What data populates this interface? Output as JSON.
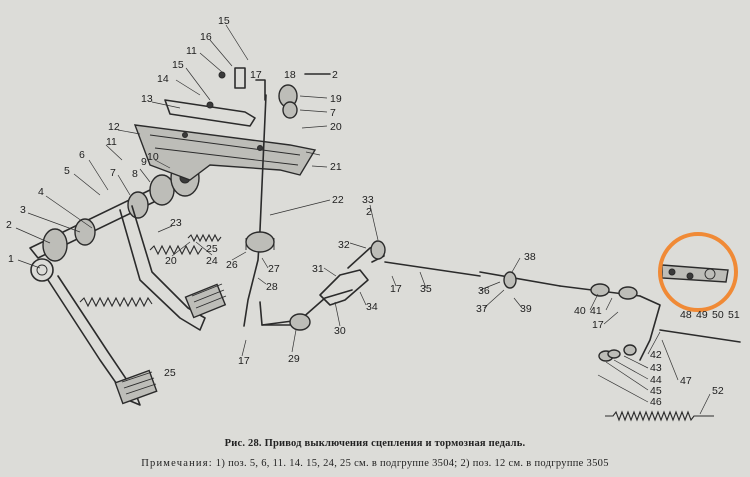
{
  "caption": "Рис. 28. Привод выключения сцепления и тормозная педаль.",
  "note": {
    "label": "Примечания:",
    "text": "1) поз. 5, 6, 11. 14. 15, 24, 25 см. в подгруппе 3504; 2) поз. 12 см. в подгруппе 3505"
  },
  "labels": {
    "n1": "1",
    "n2": "2",
    "n3": "3",
    "n4": "4",
    "n5": "5",
    "n6": "6",
    "n7": "7",
    "n8": "8",
    "n9": "9",
    "n10": "10",
    "n11a": "11",
    "n11b": "11",
    "n12": "12",
    "n13": "13",
    "n14": "14",
    "n15a": "15",
    "n15b": "15",
    "n16": "16",
    "n17a": "17",
    "n17b": "17",
    "n17c": "17",
    "n17d": "17",
    "n18": "18",
    "n19": "19",
    "n2b": "2",
    "n2c": "2",
    "n20a": "20",
    "n20b": "20",
    "n21": "21",
    "n22": "22",
    "n23": "23",
    "n24": "24",
    "n25a": "25",
    "n25b": "25",
    "n26": "26",
    "n27": "27",
    "n28": "28",
    "n29": "29",
    "n30": "30",
    "n31": "31",
    "n32": "32",
    "n33": "33",
    "n34": "34",
    "n35": "35",
    "n36": "36",
    "n37": "37",
    "n38": "38",
    "n39": "39",
    "n40": "40",
    "n41": "41",
    "n42": "42",
    "n43": "43",
    "n44": "44",
    "n45": "45",
    "n46": "46",
    "n47": "47",
    "n48": "48",
    "n49": "49",
    "n50": "50",
    "n51": "51",
    "n52": "52",
    "n7b": "7"
  },
  "colors": {
    "paper": "#dcdcd8",
    "ink": "#2b2b2b",
    "highlight": "#f08a36"
  }
}
